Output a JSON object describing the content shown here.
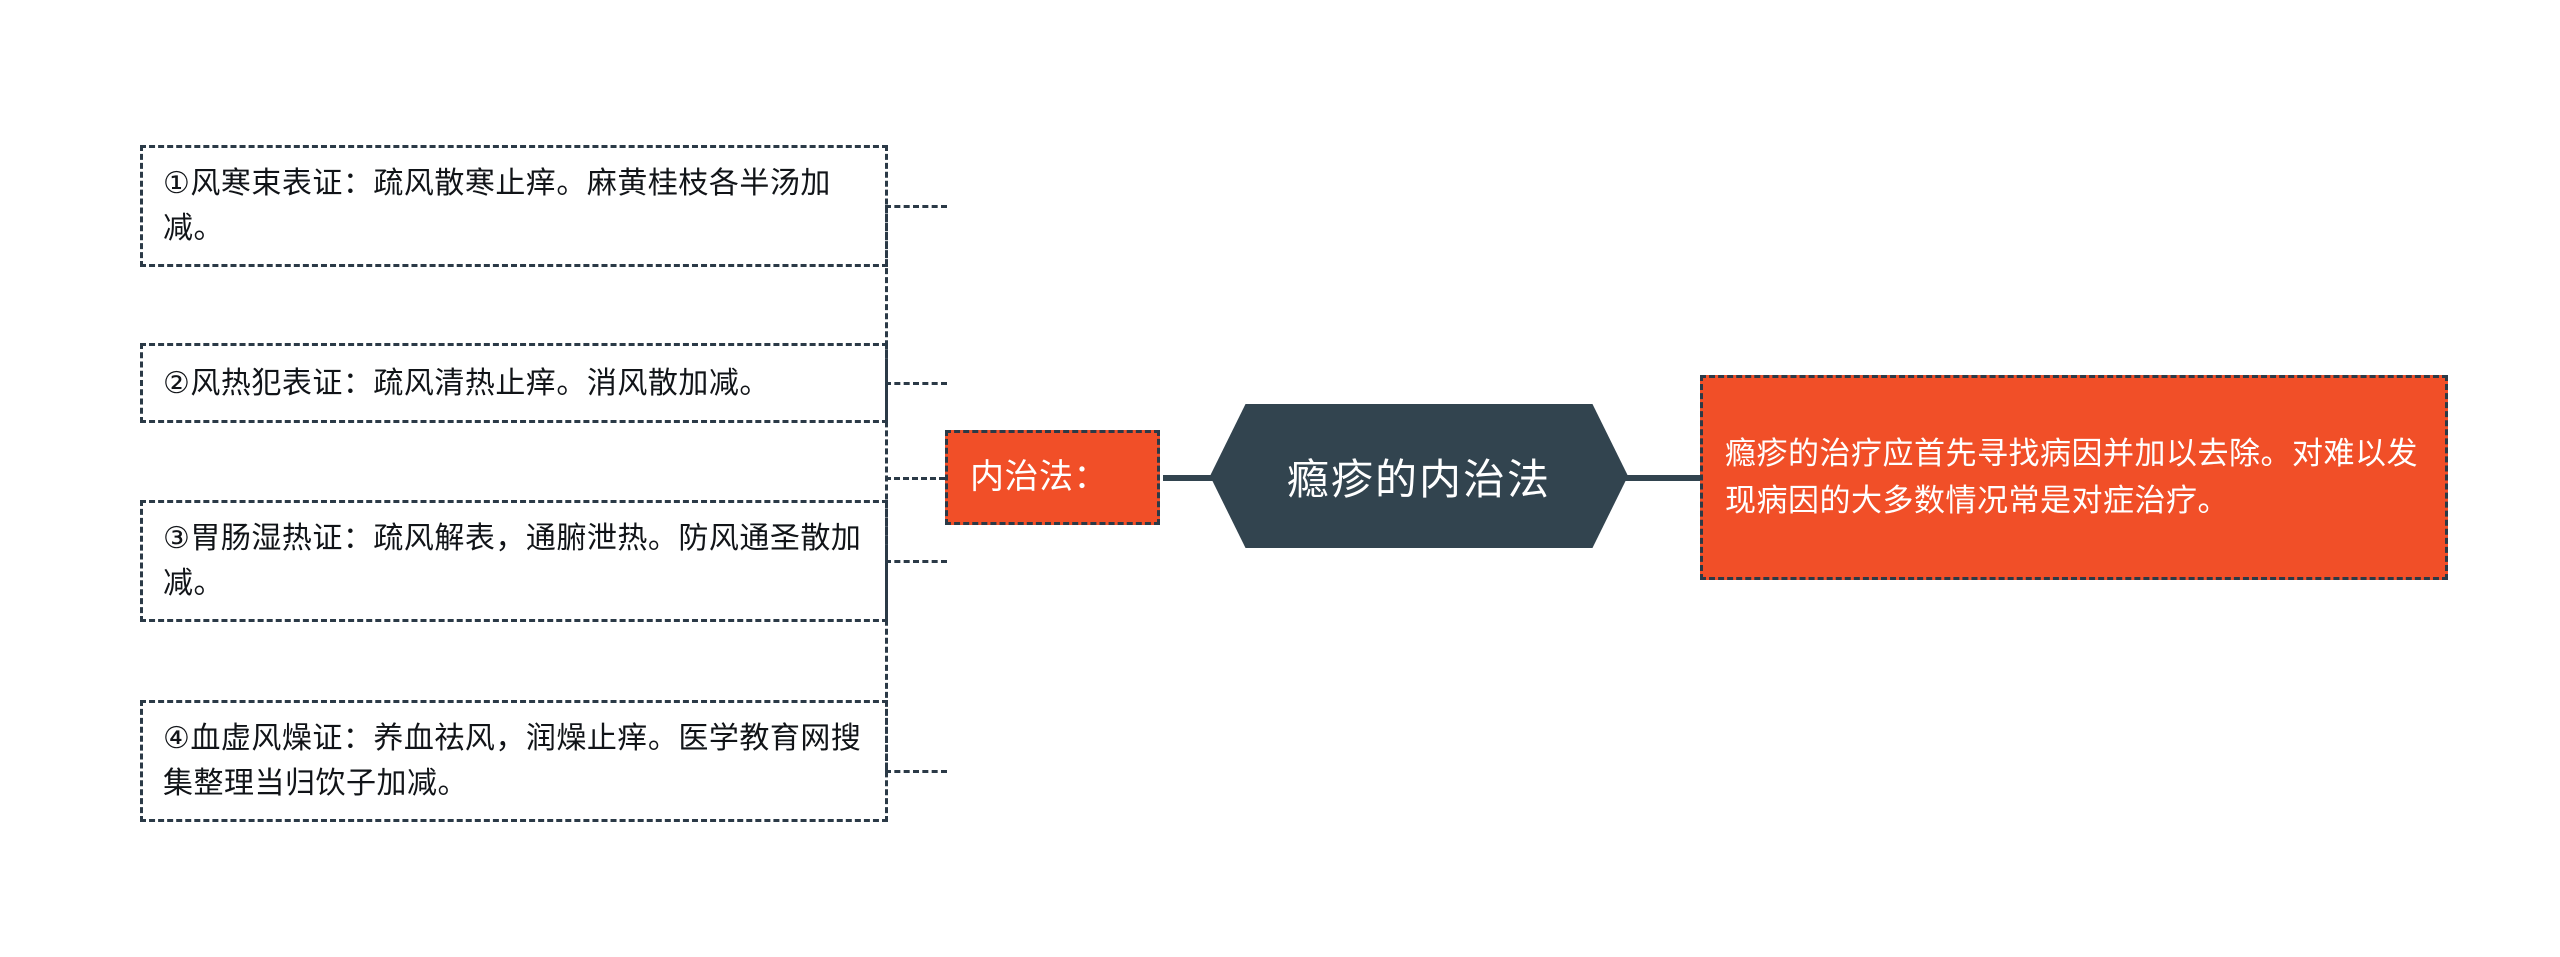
{
  "diagram": {
    "title": "瘾疹的内治法",
    "colors": {
      "accent_red": "#f14f28",
      "node_dark": "#32444f",
      "border_dark": "#2b3a47",
      "text_dark": "#111418",
      "text_light": "#ffffff",
      "background": "#ffffff"
    },
    "center_node": {
      "label": "瘾疹的内治法",
      "shape": "hexagon"
    },
    "left_node": {
      "label": "内治法：",
      "shape": "rectangle",
      "fill": "#f14f28"
    },
    "right_node": {
      "label": "瘾疹的治疗应首先寻找病因并加以去除。对难以发现病因的大多数情况常是对症治疗。",
      "shape": "rectangle",
      "fill": "#f14f28"
    },
    "notes": [
      {
        "index": "①",
        "label": "①风寒束表证：疏风散寒止痒。麻黄桂枝各半汤加减。"
      },
      {
        "index": "②",
        "label": "②风热犯表证：疏风清热止痒。消风散加减。"
      },
      {
        "index": "③",
        "label": "③胃肠湿热证：疏风解表，通腑泄热。防风通圣散加减。"
      },
      {
        "index": "④",
        "label": "④血虚风燥证：养血祛风，润燥止痒。医学教育网搜集整理当归饮子加减。"
      }
    ]
  }
}
